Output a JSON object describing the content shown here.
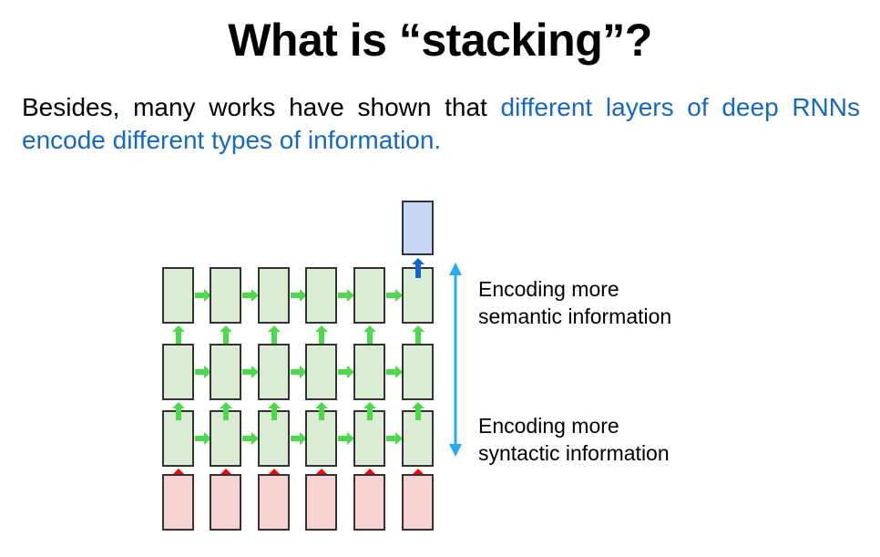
{
  "slide": {
    "title": "What is “stacking”?",
    "subtitle": {
      "lead": "Besides, many works have shown that ",
      "highlight": "different layers of deep RNNs encode different types of information.",
      "highlight_color": "#1668c0"
    }
  },
  "diagram": {
    "name": "stacked-rnn-diagram",
    "timesteps": 6,
    "recurrent_layers": 3,
    "colors": {
      "hidden_cell_fill": "#dcebd3",
      "input_cell_fill": "#f6d2d2",
      "output_cell_fill": "#c6d8f5",
      "cell_border": "#333333",
      "recurrent_arrow": "#4CD94C",
      "input_arrow": "#FF0000",
      "output_arrow": "#1166cc",
      "range_arrow": "#29a8f5"
    },
    "labels": {
      "semantic_line1": "Encoding more",
      "semantic_line2": "semantic information",
      "syntactic_line1": "Encoding more",
      "syntactic_line2": "syntactic information"
    }
  }
}
